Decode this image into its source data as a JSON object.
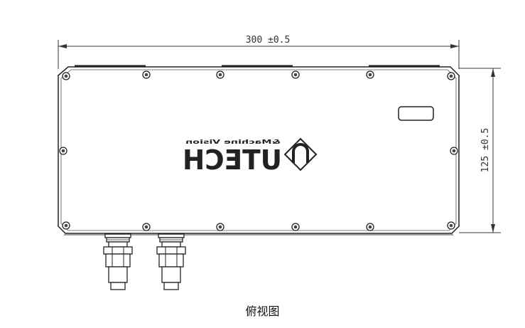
{
  "drawing": {
    "width_dimension": "300 ±0.5",
    "height_dimension": "125 ±0.5",
    "logo_main": "UTECH",
    "logo_sub": "&Machine Vision",
    "caption": "俯视图",
    "line_color": "#222222"
  }
}
